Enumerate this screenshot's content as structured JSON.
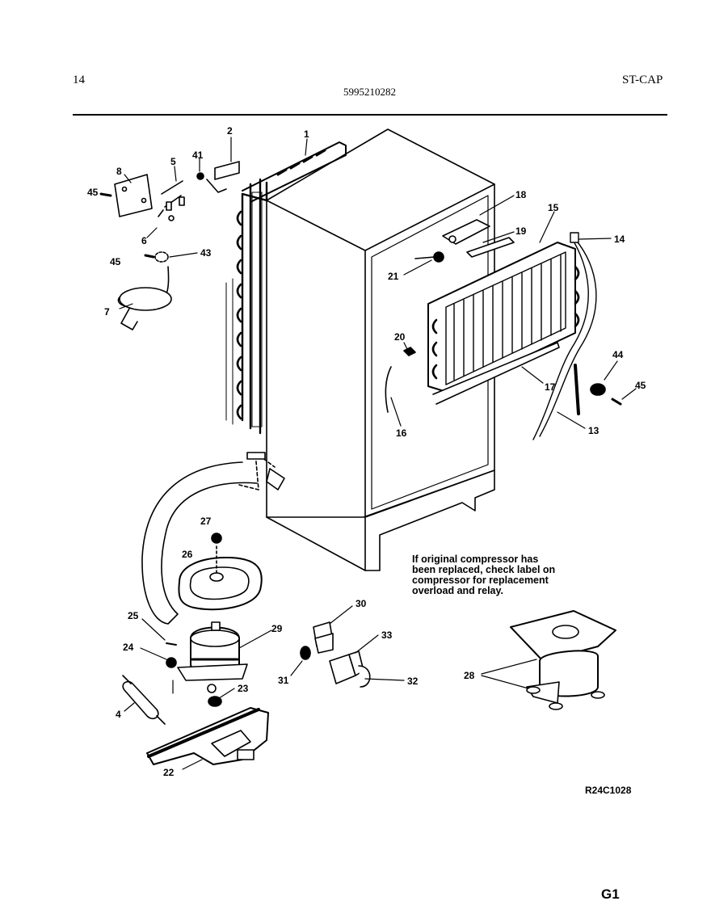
{
  "header": {
    "page_number": "14",
    "model_number": "5995210282",
    "section": "ST-CAP"
  },
  "diagram": {
    "callouts": [
      "1",
      "2",
      "41",
      "8",
      "5",
      "45",
      "6",
      "43",
      "45",
      "7",
      "18",
      "15",
      "14",
      "19",
      "21",
      "20",
      "16",
      "17",
      "44",
      "45",
      "13",
      "27",
      "26",
      "25",
      "29",
      "24",
      "4",
      "23",
      "22",
      "30",
      "33",
      "31",
      "32",
      "28"
    ]
  },
  "note": {
    "lines": [
      "If original compressor has",
      "been replaced, check label on",
      "compressor for replacement",
      "overload and relay."
    ]
  },
  "footer": {
    "diagram_ref": "R24C1028",
    "page_code": "G1"
  }
}
